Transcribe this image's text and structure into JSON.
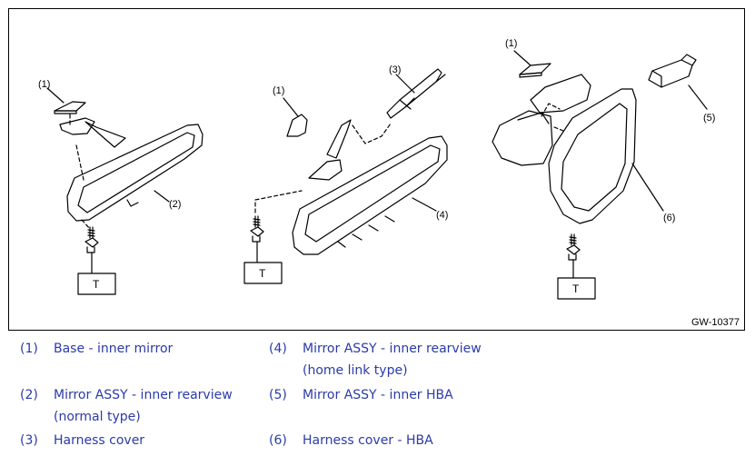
{
  "figure": {
    "id": "GW-10377",
    "callouts": [
      "(1)",
      "(2)",
      "(1)",
      "(3)",
      "(4)",
      "(1)",
      "(5)",
      "(6)"
    ],
    "torque_labels": [
      "T",
      "T",
      "T"
    ]
  },
  "legend": [
    {
      "num": "(1)",
      "lines": [
        "Base - inner mirror"
      ]
    },
    {
      "num": "(2)",
      "lines": [
        "Mirror ASSY - inner rearview",
        "(normal type)"
      ]
    },
    {
      "num": "(3)",
      "lines": [
        "Harness cover"
      ]
    },
    {
      "num": "(4)",
      "lines": [
        "Mirror ASSY - inner rearview",
        "(home link type)"
      ]
    },
    {
      "num": "(5)",
      "lines": [
        "Mirror ASSY - inner HBA"
      ]
    },
    {
      "num": "(6)",
      "lines": [
        "Harness cover - HBA"
      ]
    }
  ],
  "colors": {
    "legend_text": "#2b3ba8",
    "line": "#000000"
  }
}
